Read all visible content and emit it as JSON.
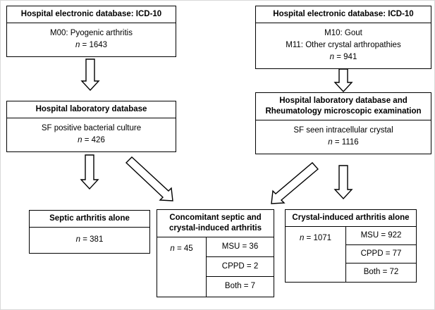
{
  "boxes": {
    "icd_left": {
      "header": "Hospital electronic database: ICD-10",
      "lines": [
        "M00: Pyogenic arthritis"
      ],
      "n": "n = 1643"
    },
    "icd_right": {
      "header": "Hospital electronic database: ICD-10",
      "lines": [
        "M10: Gout",
        "M11: Other crystal arthropathies"
      ],
      "n": "n = 941"
    },
    "lab_left": {
      "header": "Hospital laboratory database",
      "lines": [
        "SF positive bacterial culture"
      ],
      "n": "n = 426"
    },
    "lab_right": {
      "header": "Hospital laboratory database and Rheumatology microscopic examination",
      "lines": [
        "SF seen intracellular crystal"
      ],
      "n": "n = 1116"
    },
    "septic_alone": {
      "header": "Septic arthritis alone",
      "n": "n = 381"
    },
    "concomitant": {
      "header": "Concomitant septic and crystal-induced arthritis",
      "n": "n = 45",
      "rows": [
        "MSU = 36",
        "CPPD = 2",
        "Both = 7"
      ]
    },
    "crystal_alone": {
      "header": "Crystal-induced arthritis alone",
      "n": "n = 1071",
      "rows": [
        "MSU = 922",
        "CPPD = 77",
        "Both = 72"
      ]
    }
  },
  "colors": {
    "border": "#000000",
    "background": "#ffffff",
    "text": "#000000"
  }
}
